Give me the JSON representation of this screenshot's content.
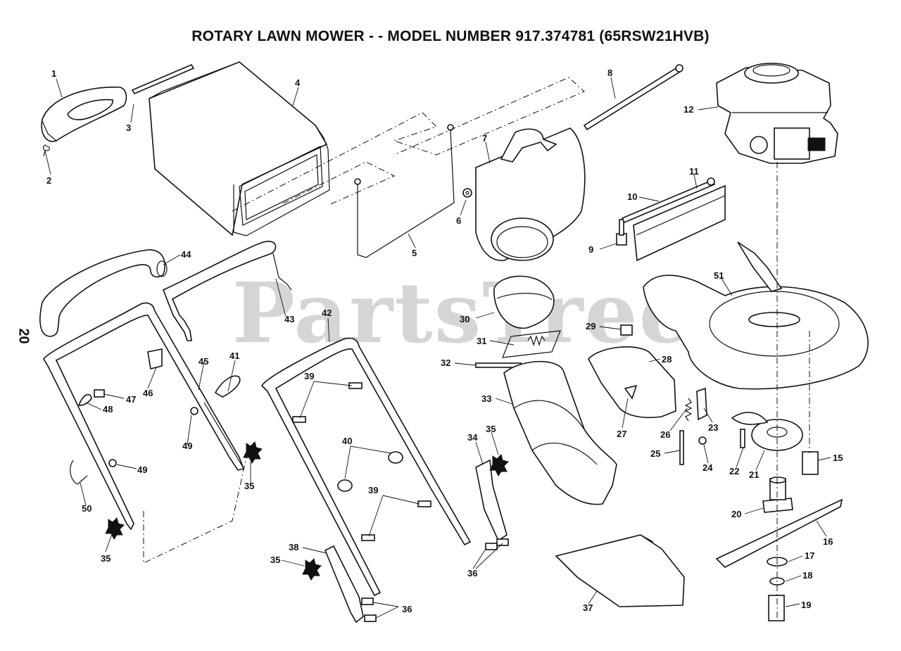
{
  "page": {
    "title": "ROTARY LAWN MOWER - - MODEL NUMBER 917.374781 (65RSW21HVB)",
    "page_number": "20",
    "watermark": "PartsTree"
  },
  "callouts": [
    {
      "id": "c1",
      "label": "1"
    },
    {
      "id": "c2",
      "label": "2"
    },
    {
      "id": "c3",
      "label": "3"
    },
    {
      "id": "c4",
      "label": "4"
    },
    {
      "id": "c5",
      "label": "5"
    },
    {
      "id": "c6",
      "label": "6"
    },
    {
      "id": "c7",
      "label": "7"
    },
    {
      "id": "c8",
      "label": "8"
    },
    {
      "id": "c9",
      "label": "9"
    },
    {
      "id": "c10",
      "label": "10"
    },
    {
      "id": "c11",
      "label": "11"
    },
    {
      "id": "c12",
      "label": "12"
    },
    {
      "id": "c15",
      "label": "15"
    },
    {
      "id": "c16",
      "label": "16"
    },
    {
      "id": "c17",
      "label": "17"
    },
    {
      "id": "c18",
      "label": "18"
    },
    {
      "id": "c19",
      "label": "19"
    },
    {
      "id": "c20",
      "label": "20"
    },
    {
      "id": "c21",
      "label": "21"
    },
    {
      "id": "c22",
      "label": "22"
    },
    {
      "id": "c23",
      "label": "23"
    },
    {
      "id": "c24",
      "label": "24"
    },
    {
      "id": "c25",
      "label": "25"
    },
    {
      "id": "c26",
      "label": "26"
    },
    {
      "id": "c27",
      "label": "27"
    },
    {
      "id": "c28",
      "label": "28"
    },
    {
      "id": "c29",
      "label": "29"
    },
    {
      "id": "c30",
      "label": "30"
    },
    {
      "id": "c31",
      "label": "31"
    },
    {
      "id": "c32",
      "label": "32"
    },
    {
      "id": "c33",
      "label": "33"
    },
    {
      "id": "c34",
      "label": "34"
    },
    {
      "id": "c35a",
      "label": "35"
    },
    {
      "id": "c35b",
      "label": "35"
    },
    {
      "id": "c35c",
      "label": "35"
    },
    {
      "id": "c35d",
      "label": "35"
    },
    {
      "id": "c36a",
      "label": "36"
    },
    {
      "id": "c36b",
      "label": "36"
    },
    {
      "id": "c37",
      "label": "37"
    },
    {
      "id": "c38",
      "label": "38"
    },
    {
      "id": "c39a",
      "label": "39"
    },
    {
      "id": "c39b",
      "label": "39"
    },
    {
      "id": "c40",
      "label": "40"
    },
    {
      "id": "c41",
      "label": "41"
    },
    {
      "id": "c42",
      "label": "42"
    },
    {
      "id": "c43",
      "label": "43"
    },
    {
      "id": "c44",
      "label": "44"
    },
    {
      "id": "c45",
      "label": "45"
    },
    {
      "id": "c46",
      "label": "46"
    },
    {
      "id": "c47",
      "label": "47"
    },
    {
      "id": "c48",
      "label": "48"
    },
    {
      "id": "c49a",
      "label": "49"
    },
    {
      "id": "c49b",
      "label": "49"
    },
    {
      "id": "c50",
      "label": "50"
    },
    {
      "id": "c51",
      "label": "51"
    }
  ]
}
